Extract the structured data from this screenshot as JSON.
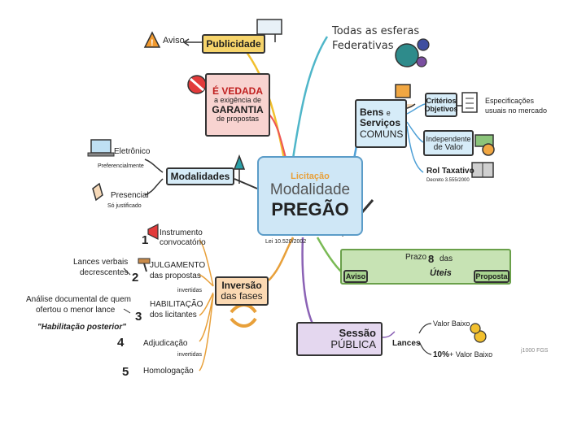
{
  "center": {
    "top": "Licitação",
    "line1": "Modalidade",
    "line2": "PREGÃO",
    "law": "Lei 10.520/2002"
  },
  "publicidade": {
    "label": "Publicidade",
    "aviso": "Aviso"
  },
  "esferas": {
    "line1": "Todas as esferas",
    "line2": "Federativas"
  },
  "vedada": {
    "line1": "É VEDADA",
    "line2": "a exigência de",
    "line3": "GARANTIA",
    "line4": "de propostas"
  },
  "bens": {
    "line1": "Bens",
    "e": "e",
    "line2": "Serviços",
    "line3": "COMUNS",
    "criterios1": "Critérios",
    "criterios2": "Objetivos",
    "espec1": "Especificações",
    "espec2": "usuais no mercado",
    "indep1": "Independente",
    "indep2": "de Valor",
    "rol1": "Rol Taxativo",
    "rol2": "Decreto 3.555/2000"
  },
  "modalidades": {
    "label": "Modalidades",
    "eletronico": "Eletrônico",
    "preferencial": "Preferencialmente",
    "presencial": "Presencial",
    "justificado": "Só justificado"
  },
  "prazo": {
    "aviso": "Aviso",
    "prazo": "Prazo",
    "number": "8",
    "das": "das",
    "uteis": "Úteis",
    "proposta": "Proposta"
  },
  "inversao": {
    "line1": "Inversão",
    "line2": "das fases",
    "steps": [
      {
        "n": "1",
        "line1": "Instrumento",
        "line2": "convocatório"
      },
      {
        "n": "2",
        "line1": "JULGAMENTO",
        "line2": "das propostas"
      },
      {
        "n": "3",
        "line1": "HABILITAÇÃO",
        "line2": "dos licitantes"
      },
      {
        "n": "4",
        "line1": "Adjudicação",
        "line2": ""
      },
      {
        "n": "5",
        "line1": "Homologação",
        "line2": ""
      }
    ],
    "invertidas1": "invertidas",
    "invertidas2": "invertidas",
    "lances1": "Lances verbais",
    "lances2": "decrescentes",
    "analise1": "Análise documental de quem",
    "analise2": "ofertou o menor lance",
    "analise3": "\"Habilitação posterior\""
  },
  "sessao": {
    "line1": "Sessão",
    "line2": "PÚBLICA",
    "lances": "Lances",
    "valor": "Valor Baixo",
    "pct": "10%",
    "pct_rest": "+ Valor Baixo",
    "credit": "j1000 FGS"
  },
  "colors": {
    "yellow": "#f6d46b",
    "lightblue": "#d6ecf8",
    "green": "#a8d490",
    "pink": "#f2c6cd",
    "peach": "#fbd9b3",
    "lavender": "#e4d7ef",
    "orange": "#f1a742"
  }
}
